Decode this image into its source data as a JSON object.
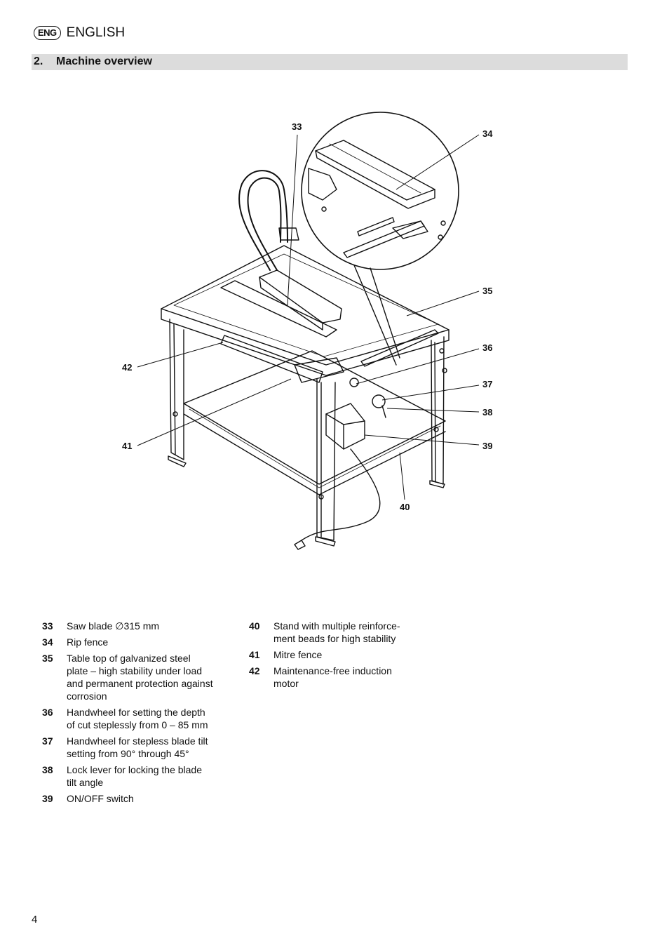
{
  "header": {
    "lang_badge": "ENG",
    "language": "ENGLISH"
  },
  "section": {
    "number": "2.",
    "title": "Machine overview"
  },
  "figure": {
    "callouts": [
      "33",
      "34",
      "35",
      "36",
      "37",
      "38",
      "39",
      "40",
      "41",
      "42"
    ]
  },
  "legend_left": [
    {
      "num": "33",
      "text": "Saw blade  ∅315 mm"
    },
    {
      "num": "34",
      "text": "Rip fence"
    },
    {
      "num": "35",
      "text": "Table top of galvanized steel plate – high stability under load and permanent protection against corrosion"
    },
    {
      "num": "36",
      "text": "Handwheel for setting the depth of cut steplessly from 0 – 85 mm"
    },
    {
      "num": "37",
      "text": "Handwheel for stepless blade tilt setting from 90° through 45°"
    },
    {
      "num": "38",
      "text": "Lock lever for locking the blade tilt angle"
    },
    {
      "num": "39",
      "text": "ON/OFF switch"
    }
  ],
  "legend_right": [
    {
      "num": "40",
      "text": "Stand with multiple reinforce-ment beads for high stability"
    },
    {
      "num": "41",
      "text": "Mitre fence"
    },
    {
      "num": "42",
      "text": "Maintenance-free induction motor"
    }
  ],
  "page_number": "4"
}
